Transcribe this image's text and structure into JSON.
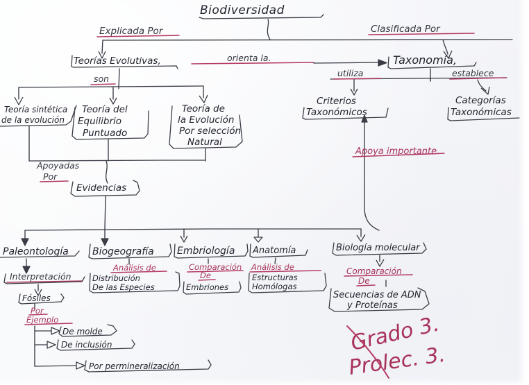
{
  "document": {
    "type": "hand-drawn-concept-map",
    "language": "es",
    "title": "Biodiversidad",
    "paper_color": "#f8f9fb",
    "ink_color": "#3a3c46",
    "accent_color": "#b43a63"
  },
  "root": {
    "label": "Biodiversidad"
  },
  "links": {
    "explicada_por": "Explicada Por",
    "clasificada_por": "Clasificada Por",
    "orienta_la": "orienta la.",
    "son": "son",
    "utiliza": "utiliza",
    "establece": "establece",
    "apoyadas_por_line1": "Apoyadas",
    "apoyadas_por_line2": "Por",
    "analisis_de": "Análisis de",
    "comparacion_de_line1": "Comparación",
    "comparacion_de_line2": "De",
    "analisis_de_2_line1": "Análisis de",
    "comparacion_adn_line1": "Comparación",
    "comparacion_adn_line2": "De",
    "interpretacion": "Interpretación",
    "por_ejemplo_line1": "Por",
    "por_ejemplo_line2": "Ejemplo"
  },
  "nodes": {
    "teorias_evolutivas": "Teorías Evolutivas,",
    "taxonomia": "Taxonomía,",
    "teoria_sintetica_line1": "Teoría sintética",
    "teoria_sintetica_line2": "de la evolución",
    "teoria_equilibrio_line1": "Teoría del",
    "teoria_equilibrio_line2": "Equilibrio",
    "teoria_equilibrio_line3": "Puntuado",
    "teoria_seleccion_line1": "Teoría de",
    "teoria_seleccion_line2": "la Evolución",
    "teoria_seleccion_line3": "Por selección",
    "teoria_seleccion_line4": "Natural",
    "criterios_line1": "Criterios",
    "criterios_line2": "Taxonómicos",
    "categorias_line1": "Categorías",
    "categorias_line2": "Taxonómicas",
    "evidencias": "Evidencias",
    "paleontologia": "Paleontología",
    "biogeografia": "Biogeografía",
    "embriologia": "Embriología",
    "anatomia": "Anatomía",
    "biologia_molecular": "Biología molecular",
    "distribucion_line1": "Distribución",
    "distribucion_line2": "De las Especies",
    "embriones": "Embriones",
    "estructuras_line1": "Estructuras",
    "estructuras_line2": "Homólogas",
    "secuencias_line1": "Secuencias de ADN",
    "secuencias_line2": "y Proteínas",
    "fosiles": "Fósiles",
    "de_molde": "De molde",
    "de_inclusion": "De inclusión",
    "por_permineralizacion": "Por permineralización"
  },
  "annotations": {
    "apoya_importante": "Apoya importante.",
    "grade_line1": "Grado 3.",
    "grade_line2": "Prolec. 3."
  }
}
